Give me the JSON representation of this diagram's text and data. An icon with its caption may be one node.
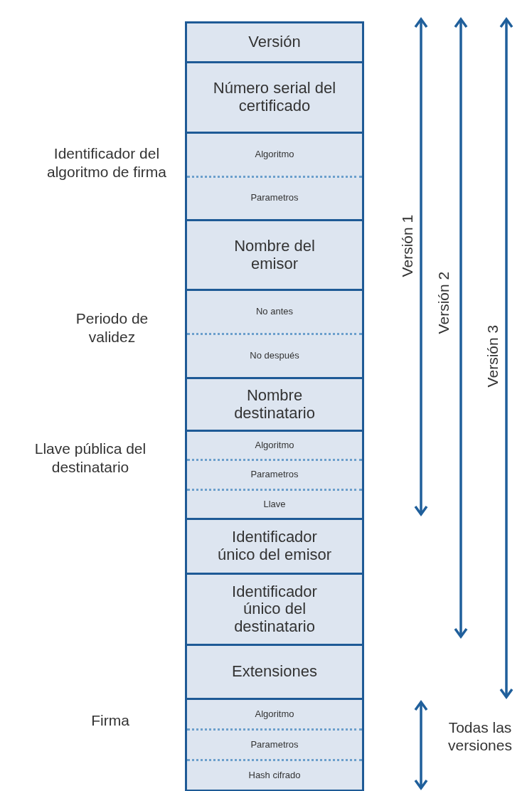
{
  "diagram": {
    "nodes": [
      {
        "text": [
          "Versión"
        ]
      },
      {
        "text": [
          "Número serial del certificado"
        ]
      },
      {
        "text": [
          "Algoritmo",
          "Parametros"
        ],
        "beside": [
          "Identificador del algoritmo de firma"
        ]
      },
      {
        "text": [
          "Nombre del emisor"
        ]
      },
      {
        "text": [
          "No antes",
          "No después"
        ],
        "beside": [
          "Periodo de validez"
        ]
      },
      {
        "text": [
          "Nombre destinatario"
        ]
      },
      {
        "text": [
          "Algoritmo",
          "Parametros",
          "Llave"
        ],
        "beside": [
          "Llave pública del destinatario"
        ]
      },
      {
        "text": [
          "Identificador único del emisor"
        ]
      },
      {
        "text": [
          "Identificador único del destinatario"
        ]
      },
      {
        "text": [
          "Extensiones"
        ]
      },
      {
        "text": [
          "Algoritmo",
          "Parametros",
          "Hash cifrado"
        ],
        "beside": [
          "Firma"
        ]
      }
    ],
    "labels": [
      "Versión 1",
      "Versión 2",
      "Versión 3",
      "Todas las versiones"
    ]
  }
}
